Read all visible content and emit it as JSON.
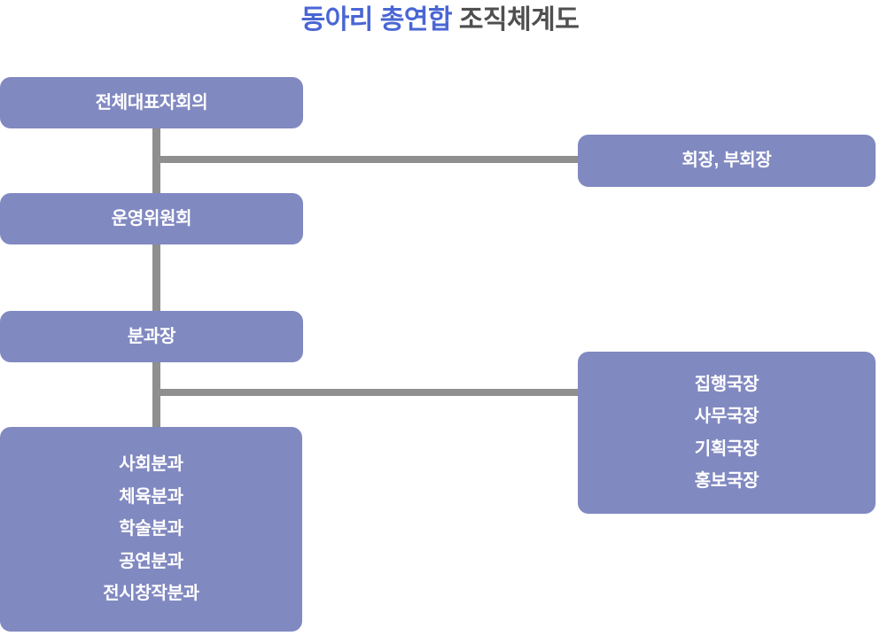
{
  "title": {
    "highlight": "동아리 총연합",
    "rest": " 조직체계도"
  },
  "colors": {
    "box_fill": "#8189c1",
    "box_text": "#ffffff",
    "connector_line": "#8f8f8f",
    "title_highlight": "#4a66d4",
    "title_rest": "#4f4f4f",
    "background": "#ffffff"
  },
  "nodes": {
    "assembly": {
      "label": "전체대표자회의"
    },
    "president": {
      "label": "회장, 부회장"
    },
    "steering": {
      "label": "운영위원회"
    },
    "chiefs": {
      "label": "분과장"
    },
    "directors": {
      "items": [
        "집행국장",
        "사무국장",
        "기획국장",
        "홍보국장"
      ]
    },
    "divisions": {
      "items": [
        "사회분과",
        "체육분과",
        "학술분과",
        "공연분과",
        "전시창작분과"
      ]
    }
  }
}
